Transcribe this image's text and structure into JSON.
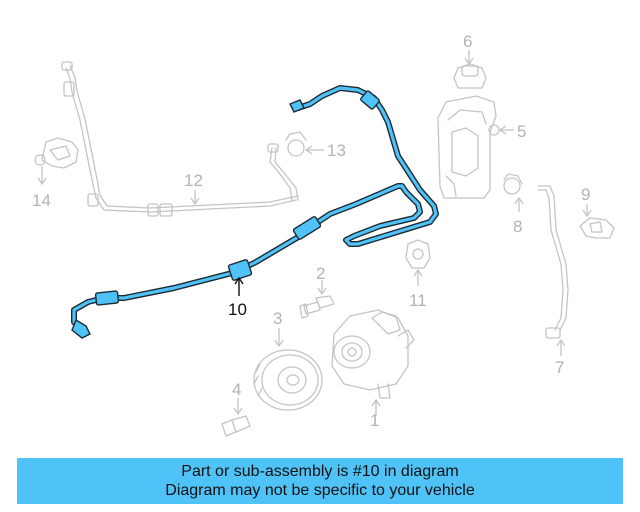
{
  "diagram": {
    "highlight_color": "#4fc3f7",
    "callouts": [
      {
        "id": "c1",
        "text": "1"
      },
      {
        "id": "c2",
        "text": "2"
      },
      {
        "id": "c3",
        "text": "3"
      },
      {
        "id": "c4",
        "text": "4"
      },
      {
        "id": "c5",
        "text": "5"
      },
      {
        "id": "c6",
        "text": "6"
      },
      {
        "id": "c7",
        "text": "7"
      },
      {
        "id": "c8",
        "text": "8"
      },
      {
        "id": "c9",
        "text": "9"
      },
      {
        "id": "c10",
        "text": "10"
      },
      {
        "id": "c11",
        "text": "11"
      },
      {
        "id": "c12",
        "text": "12"
      },
      {
        "id": "c13",
        "text": "13"
      },
      {
        "id": "c14",
        "text": "14"
      }
    ]
  },
  "banner": {
    "line1": "Part or sub-assembly is #10 in diagram",
    "line2": "Diagram may not be specific to your vehicle",
    "color": "#4fc3f7"
  }
}
